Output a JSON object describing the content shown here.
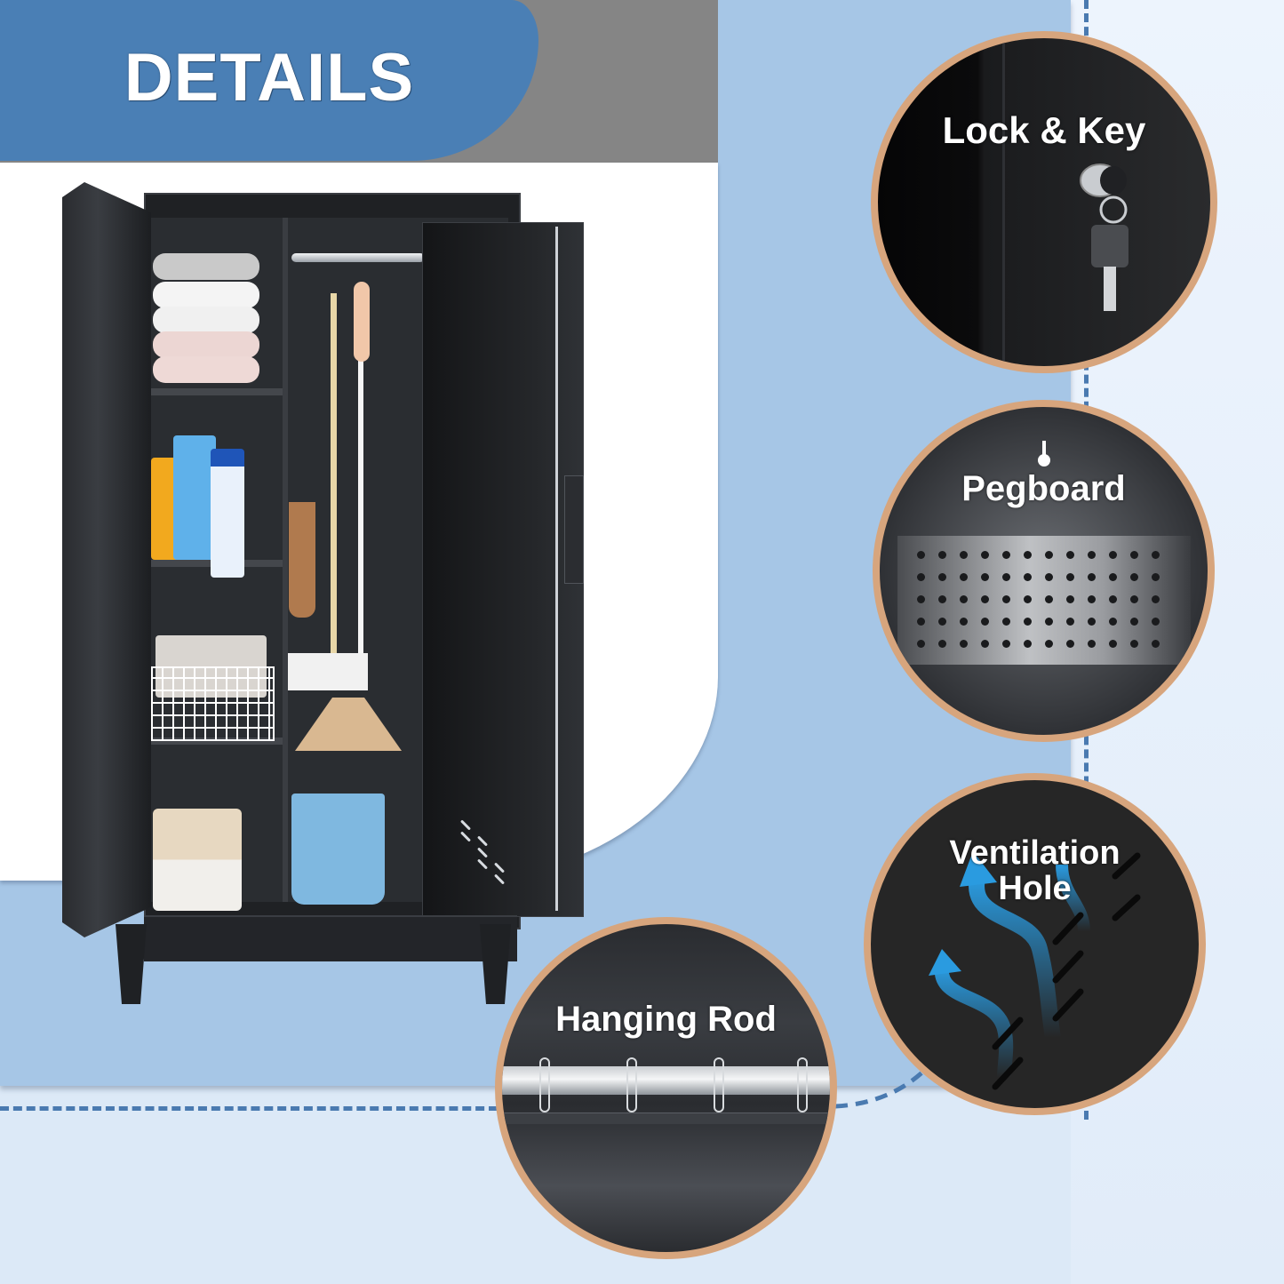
{
  "header": {
    "title": "DETAILS"
  },
  "product": {
    "name": "Storage Cabinet",
    "contents": [
      "towels",
      "detergent bottles",
      "soap dispensers",
      "wire basket",
      "woven basket",
      "broom",
      "mop",
      "dustpan brush",
      "bucket",
      "scrub brushes"
    ]
  },
  "features": [
    {
      "label": "Lock & Key",
      "icon": "lock-key-icon"
    },
    {
      "label": "Pegboard",
      "icon": "keyhole-hanger-icon"
    },
    {
      "label": "Ventilation Hole",
      "line1": "Ventilation",
      "line2": "Hole",
      "icon": "airflow-arrows-icon"
    },
    {
      "label": "Hanging Rod",
      "icon": "rod-rings-icon"
    }
  ],
  "colors": {
    "title_tab": "#4a7fb5",
    "gray_band": "#858585",
    "blue_band": "#a6c6e6",
    "light_bg": "#dce9f7",
    "circle_border": "#d7a57d",
    "dash": "#4a7ab0",
    "cabinet": "#1f2124",
    "airflow_arrow": "#2a8fd1"
  }
}
